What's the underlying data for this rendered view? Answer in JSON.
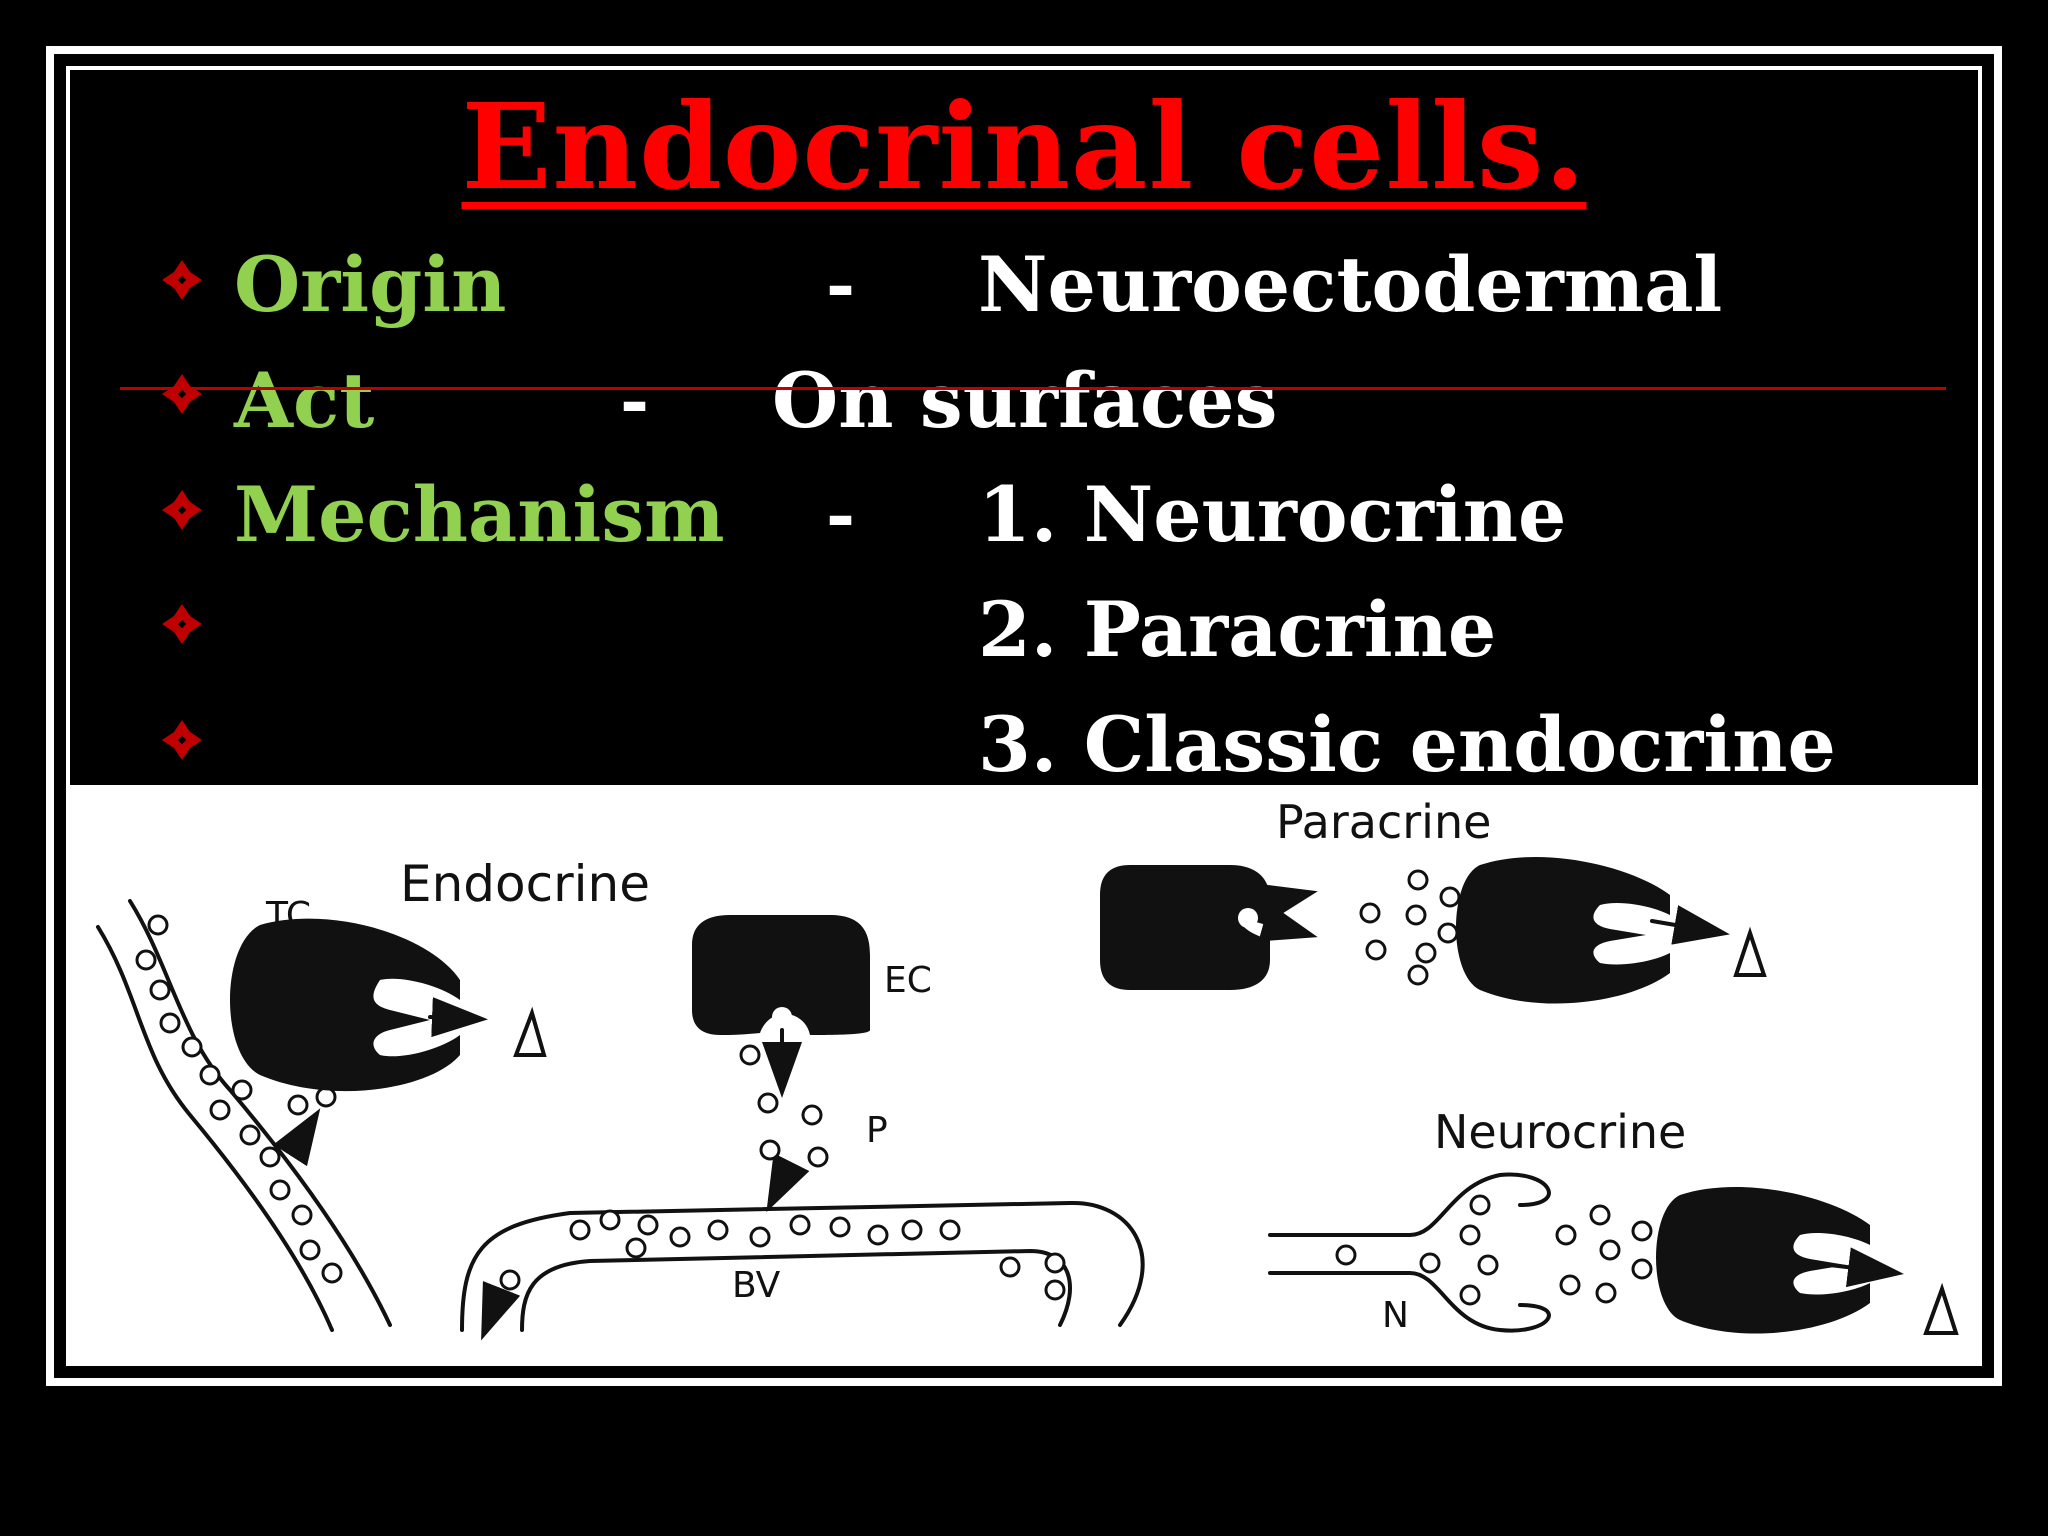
{
  "slide": {
    "title": "Endocrinal cells.",
    "rows": [
      {
        "label": "Origin",
        "dash": "-",
        "value": "Neuroectodermal"
      },
      {
        "label": "Act",
        "dash": "-",
        "value": "On surfaces"
      },
      {
        "label": "Mechanism",
        "dash": "-",
        "value": "1. Neurocrine"
      },
      {
        "label": "",
        "dash": "",
        "value": "2. Paracrine"
      },
      {
        "label": "",
        "dash": "",
        "value": "3. Classic endocrine"
      }
    ],
    "colors": {
      "title": "#ff0000",
      "label": "#92d050",
      "text": "#ffffff",
      "bullet": "#c00000"
    }
  },
  "diagram": {
    "endocrine_title": "Endocrine",
    "paracrine_title": "Paracrine",
    "neurocrine_title": "Neurocrine",
    "tc": "TC",
    "ec": "EC",
    "p": "P",
    "bv": "BV",
    "n": "N"
  }
}
